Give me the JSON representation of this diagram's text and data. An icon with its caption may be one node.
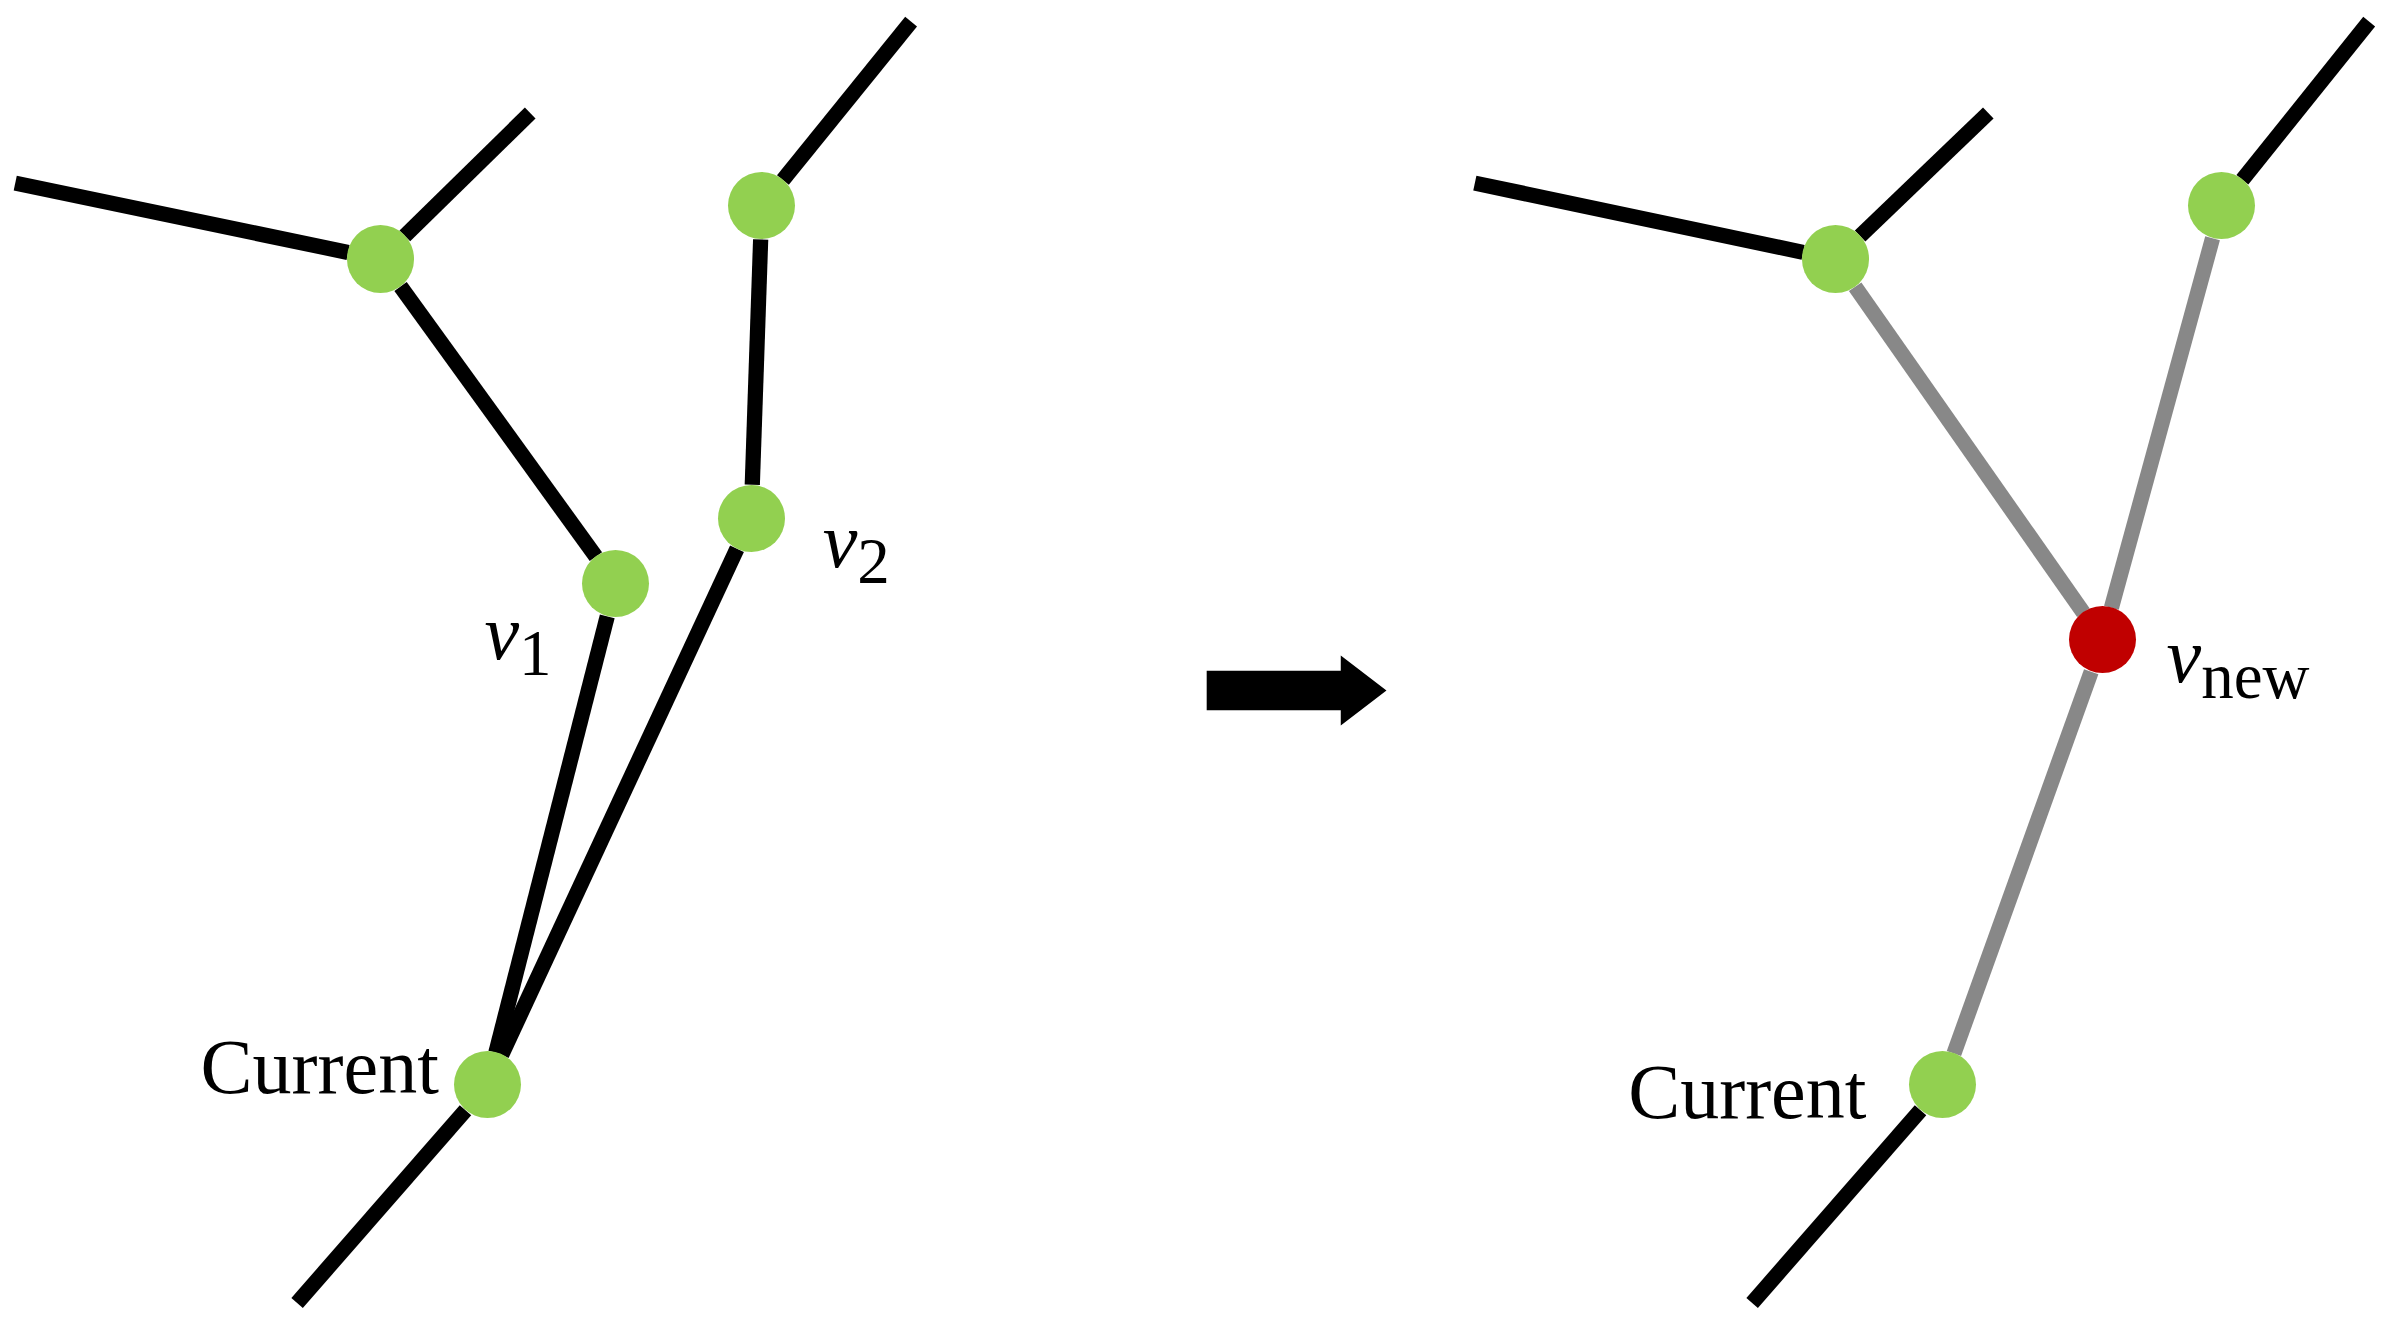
{
  "diagram": {
    "nodes": [
      {
        "text": [],
        "shape": "circle"
      },
      {
        "text": [],
        "shape": "circle"
      },
      {
        "text": [],
        "shape": "circle",
        "beside": [
          "*v*$_{1}$"
        ]
      },
      {
        "text": [],
        "shape": "circle",
        "beside": [
          "*v*$_{2}$"
        ]
      },
      {
        "text": [],
        "shape": "circle",
        "beside": [
          "Current"
        ]
      },
      {
        "text": [],
        "shape": "circle"
      },
      {
        "text": [],
        "shape": "circle"
      },
      {
        "text": [],
        "shape": "circle",
        "beside": [
          "*v*$_{new}$"
        ]
      },
      {
        "text": [],
        "shape": "circle",
        "beside": [
          "Current"
        ]
      }
    ],
    "edges": [
      {
        "from": null,
        "to": 0,
        "arrow": "none"
      },
      {
        "from": 0,
        "to": null,
        "arrow": "none"
      },
      {
        "from": 1,
        "to": null,
        "arrow": "none"
      },
      {
        "from": 0,
        "to": 2,
        "arrow": "none"
      },
      {
        "from": 1,
        "to": 3,
        "arrow": "none"
      },
      {
        "from": 2,
        "to": 4,
        "arrow": "none"
      },
      {
        "from": 3,
        "to": 4,
        "arrow": "none"
      },
      {
        "from": 4,
        "to": null,
        "arrow": "none"
      },
      {
        "from": null,
        "to": 5,
        "arrow": "none"
      },
      {
        "from": 5,
        "to": null,
        "arrow": "none"
      },
      {
        "from": 6,
        "to": null,
        "arrow": "none"
      },
      {
        "from": 5,
        "to": 7,
        "arrow": "none",
        "color": "#888888"
      },
      {
        "from": 6,
        "to": 7,
        "arrow": "none",
        "color": "#888888"
      },
      {
        "from": 7,
        "to": 8,
        "arrow": "none",
        "color": "#888888"
      },
      {
        "from": 8,
        "to": null,
        "arrow": "none"
      }
    ]
  }
}
